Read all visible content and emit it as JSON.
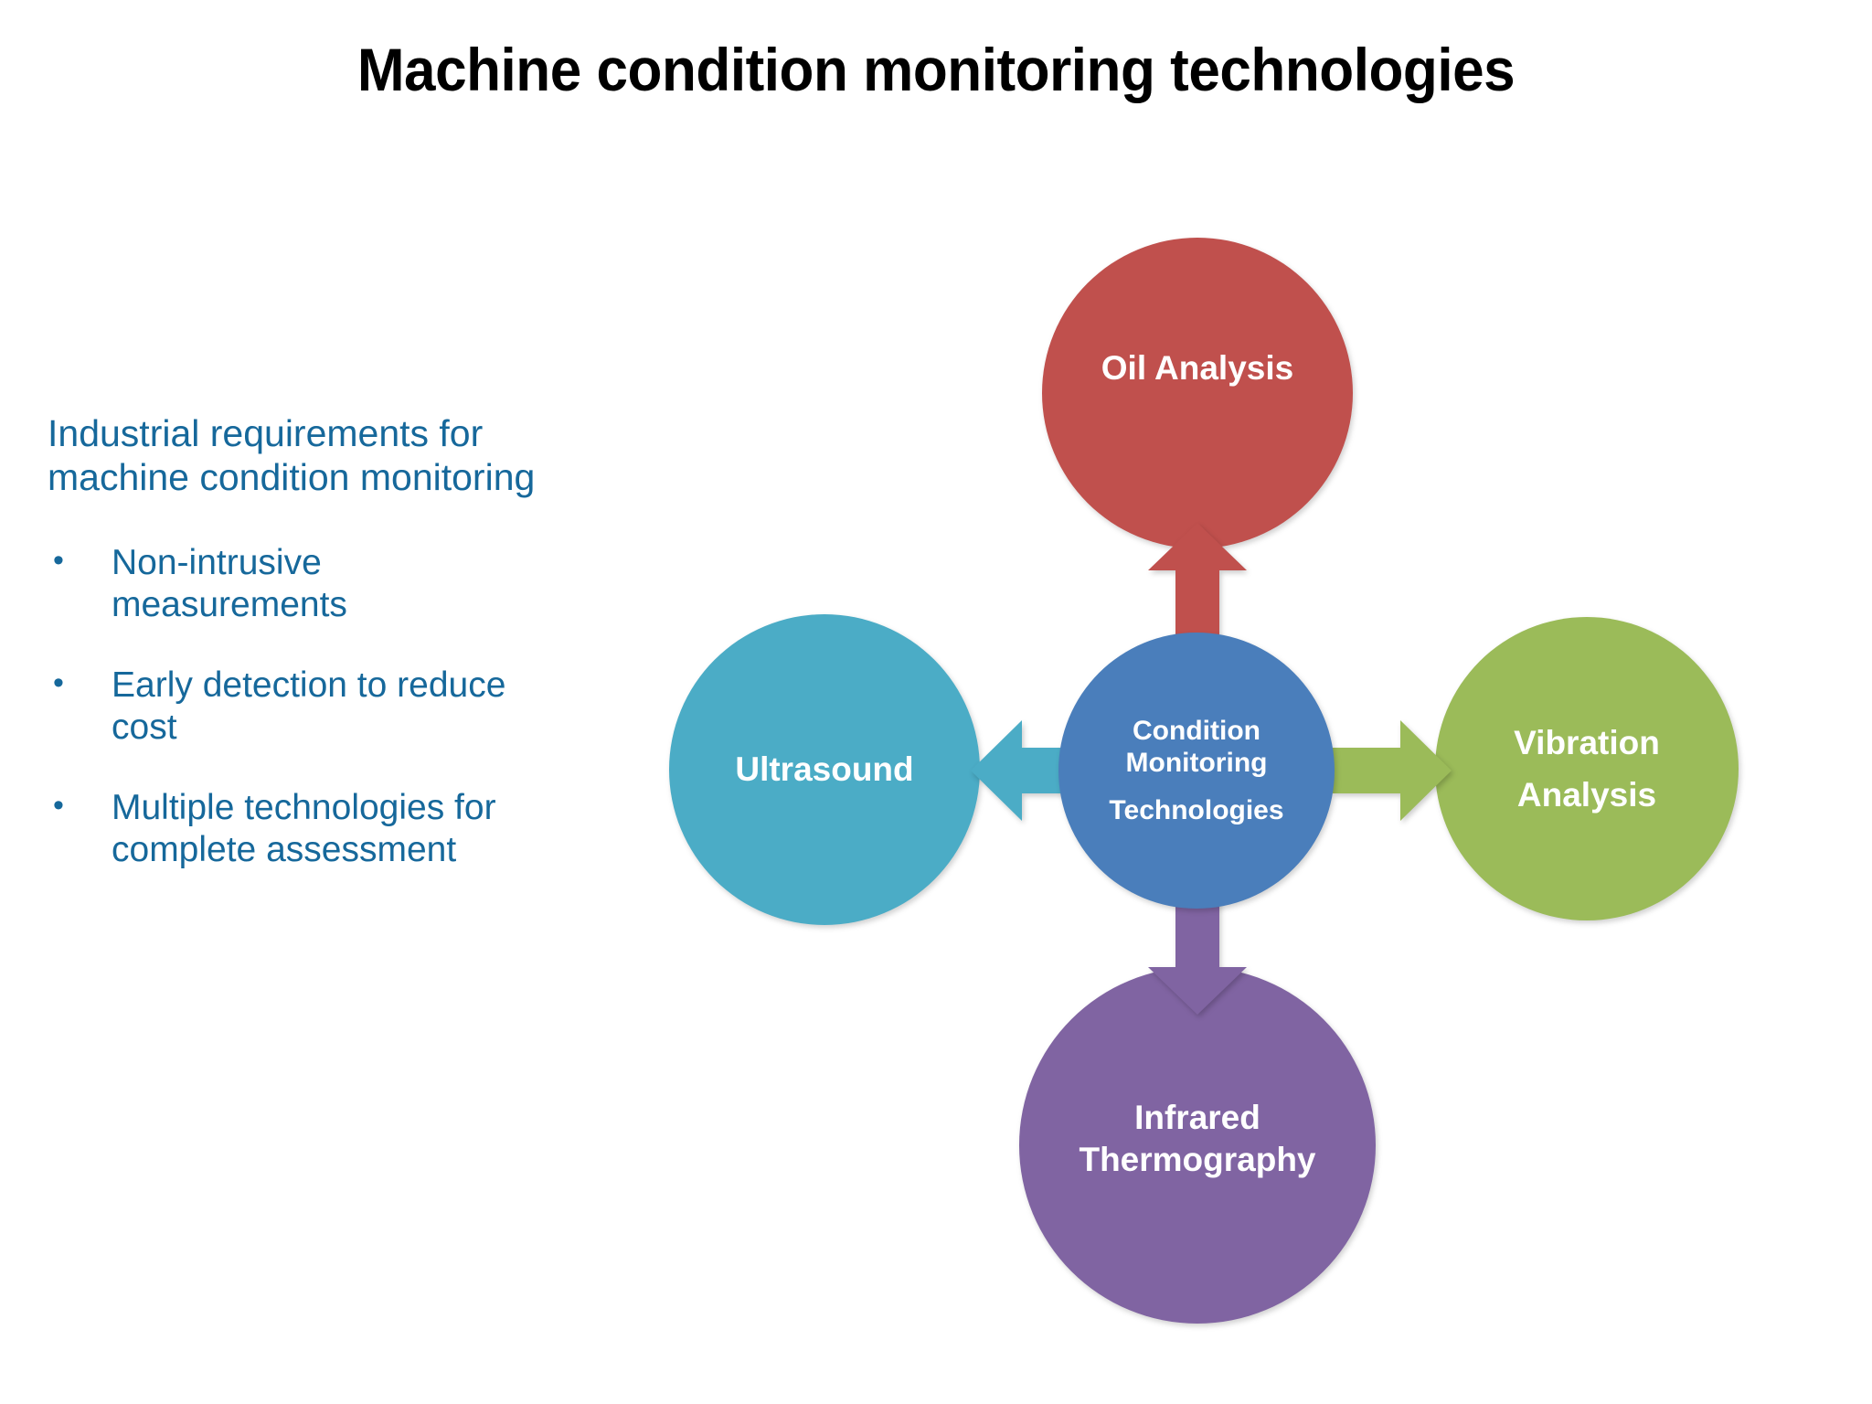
{
  "title": "Machine condition monitoring technologies",
  "left_panel": {
    "intro_line_1": "Industrial requirements for",
    "intro_line_2": "machine condition monitoring",
    "bullet_marker": "•",
    "bullets": [
      {
        "line_1": "Non-intrusive",
        "line_2": "measurements"
      },
      {
        "line_1": "Early detection to reduce",
        "line_2": "cost"
      },
      {
        "line_1": "Multiple technologies for",
        "line_2": "complete assessment"
      }
    ]
  },
  "diagram": {
    "center": {
      "line_1": "Condition",
      "line_2": "Monitoring",
      "line_3": "Technologies",
      "color": "#4A7EBB"
    },
    "nodes": {
      "oil": {
        "label": "Oil Analysis",
        "color": "#C0504D",
        "position": "top"
      },
      "ultrasound": {
        "label": "Ultrasound",
        "color": "#4BACC6",
        "position": "left"
      },
      "vibration": {
        "line_1": "Vibration",
        "line_2": "Analysis",
        "color": "#9BBB59",
        "position": "right"
      },
      "infrared": {
        "line_1": "Infrared",
        "line_2": "Thermography",
        "color": "#8064A2",
        "position": "bottom"
      }
    },
    "arrows": {
      "up": {
        "direction": "up",
        "color": "#C0504D",
        "target": "Oil Analysis"
      },
      "right": {
        "direction": "right",
        "color": "#9BBB59",
        "target": "Vibration Analysis"
      },
      "down": {
        "direction": "down",
        "color": "#8064A2",
        "target": "Infrared Thermography"
      },
      "left": {
        "direction": "left",
        "color": "#4BACC6",
        "target": "Ultrasound"
      }
    }
  },
  "colors": {
    "text_blue": "#16689B",
    "title_black": "#000000",
    "background": "#FFFFFF"
  }
}
